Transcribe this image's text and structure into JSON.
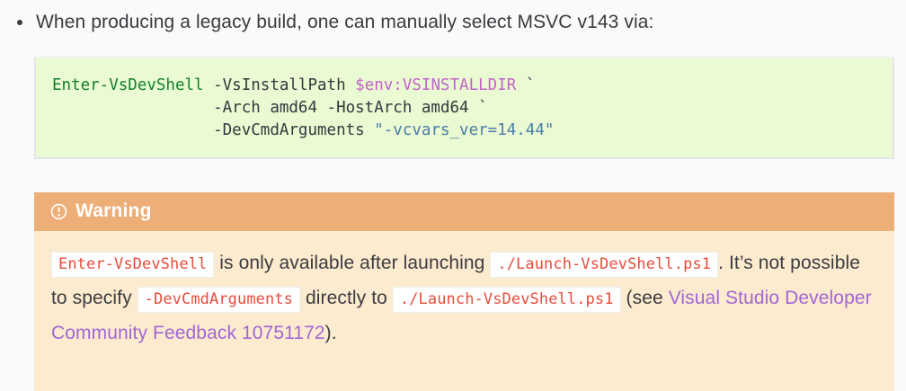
{
  "page": {
    "background_color": "#fafafb",
    "text_color": "#3b3b40"
  },
  "bullet": {
    "text": "When producing a legacy build, one can manually select MSVC v143 via:"
  },
  "codeblock": {
    "background_color": "#eafad2",
    "language": "powershell",
    "lines": [
      {
        "tokens": [
          {
            "text": "Enter-VsDevShell",
            "type": "command",
            "color": "#12802a"
          },
          {
            "text": " -VsInstallPath ",
            "type": "parameter",
            "color": "#33383d"
          },
          {
            "text": "$env:VSINSTALLDIR",
            "type": "variable",
            "color": "#c164c9"
          },
          {
            "text": " `",
            "type": "continuation",
            "color": "#33383d"
          }
        ]
      },
      {
        "tokens": [
          {
            "text": "                 -Arch amd64 -HostArch amd64 `",
            "type": "parameter",
            "color": "#33383d"
          }
        ]
      },
      {
        "tokens": [
          {
            "text": "                 -DevCmdArguments ",
            "type": "parameter",
            "color": "#33383d"
          },
          {
            "text": "\"-vcvars_ver=14.44\"",
            "type": "string",
            "color": "#4a7ca8"
          }
        ]
      }
    ],
    "plain_text": "Enter-VsDevShell -VsInstallPath $env:VSINSTALLDIR `\n                 -Arch amd64 -HostArch amd64 `\n                 -DevCmdArguments \"-vcvars_ver=14.44\""
  },
  "admonition": {
    "kind": "warning",
    "title": "Warning",
    "icon": "exclamation-circle-icon",
    "title_bar_color": "#eeae78",
    "body_color": "#fdebcf",
    "body_parts": [
      {
        "type": "code",
        "text": "Enter-VsDevShell"
      },
      {
        "type": "text",
        "text": " is only available after launching "
      },
      {
        "type": "code",
        "text": "./Launch-VsDevShell.ps1"
      },
      {
        "type": "text",
        "text": ". It’s not possible to specify "
      },
      {
        "type": "code",
        "text": "-DevCmdArguments"
      },
      {
        "type": "text",
        "text": " directly to "
      },
      {
        "type": "code",
        "text": "./Launch-VsDevShell.ps1"
      },
      {
        "type": "text",
        "text": " (see "
      },
      {
        "type": "link",
        "text": "Visual Studio Developer Community Feedback 10751172",
        "color": "#a166d4"
      },
      {
        "type": "text",
        "text": ")."
      }
    ]
  }
}
